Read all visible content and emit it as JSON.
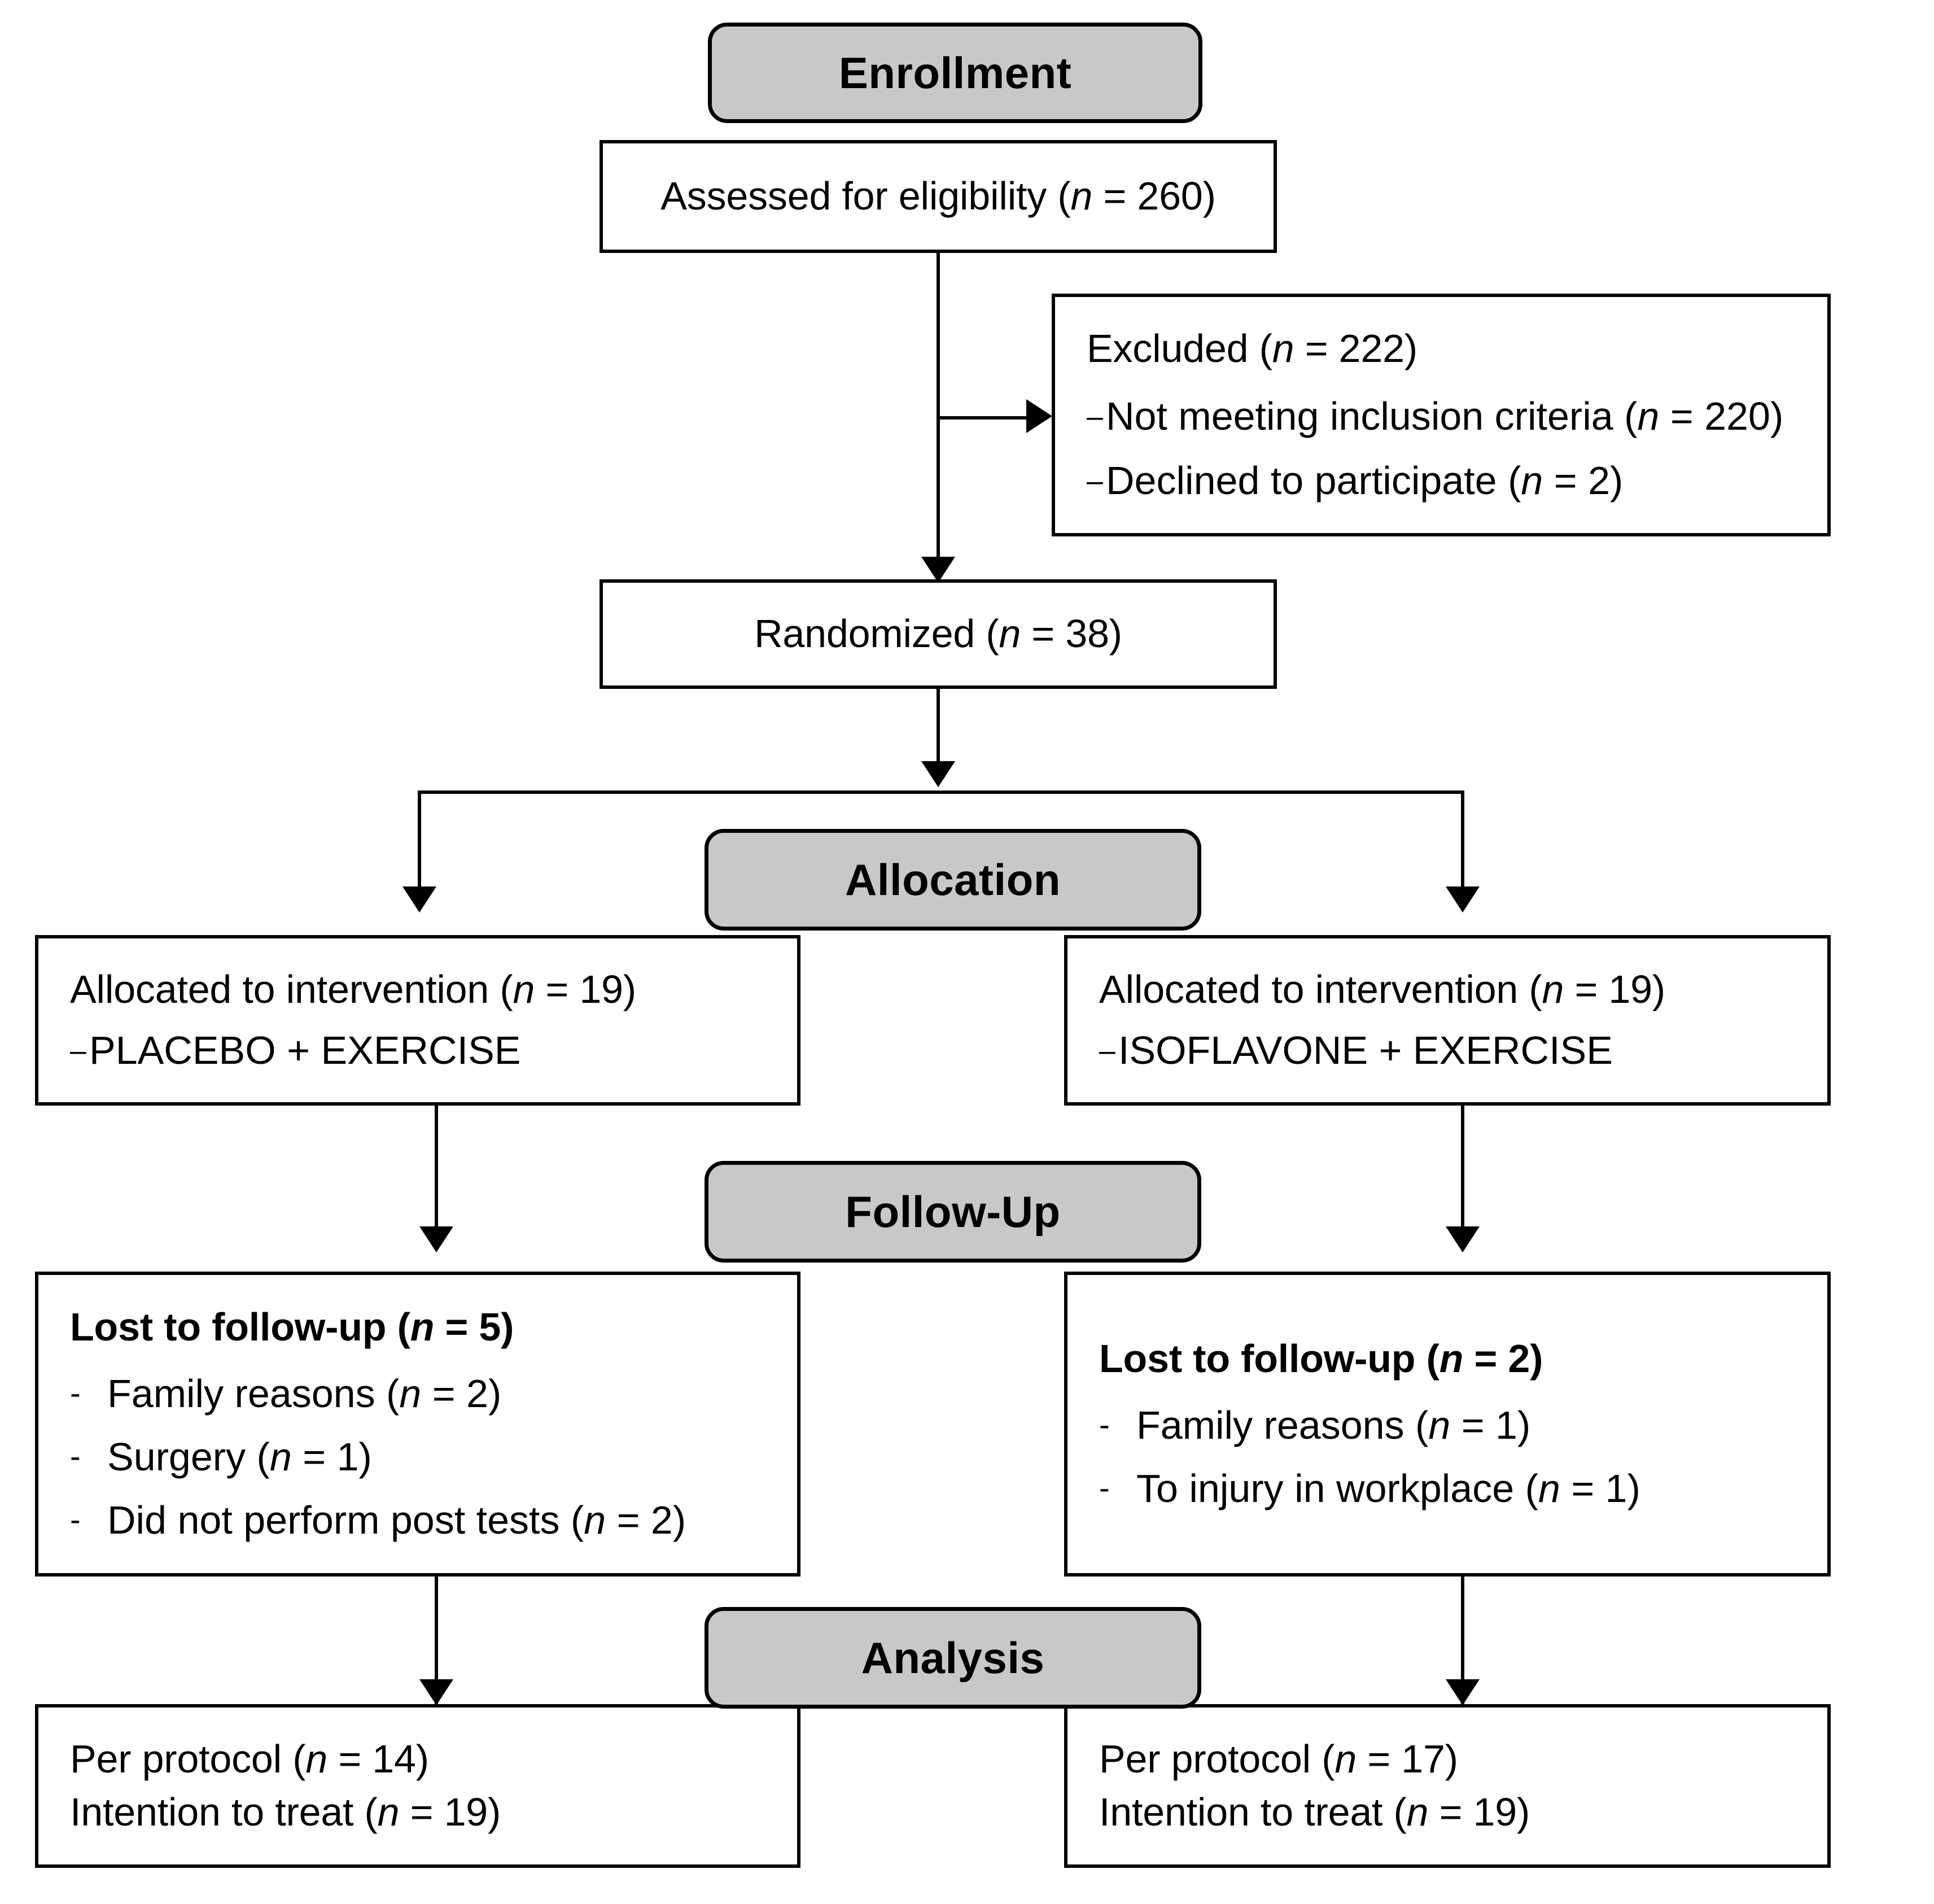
{
  "diagram": {
    "title": "CONSORT participant flow diagram",
    "stage_labels": {
      "enrollment": "Enrollment",
      "allocation": "Allocation",
      "followup": "Follow-Up",
      "analysis": "Analysis"
    },
    "colors": {
      "pill_fill": "#c8c8c8",
      "box_fill": "#ffffff",
      "stroke": "#000000",
      "text": "#000000"
    },
    "enrollment": {
      "assessed": {
        "text": "Assessed for eligibility (n = 260)",
        "prefix": "Assessed for eligibility (",
        "italic": "n",
        "suffix": " = 260)",
        "n": 260
      },
      "excluded": {
        "heading_prefix": "Excluded (",
        "heading_italic": "n",
        "heading_suffix": " = 222)",
        "heading": "Excluded (n = 222)",
        "n": 222,
        "reasons": [
          {
            "bullet": "–",
            "prefix": "Not meeting inclusion criteria (",
            "italic": "n",
            "suffix": " = 220)",
            "text": "Not meeting inclusion criteria (n = 220)",
            "n": 220
          },
          {
            "bullet": "–",
            "prefix": "Declined to participate (",
            "italic": "n",
            "suffix": " = 2)",
            "text": "Declined to participate (n = 2)",
            "n": 2
          }
        ]
      },
      "randomized": {
        "prefix": "Randomized (",
        "italic": "n",
        "suffix": " = 38)",
        "text": "Randomized (n = 38)",
        "n": 38
      }
    },
    "arms": [
      {
        "side": "left",
        "allocation": {
          "heading_prefix": "Allocated to intervention (",
          "heading_italic": "n",
          "heading_suffix": " = 19)",
          "heading": "Allocated to intervention (n = 19)",
          "n": 19,
          "items": [
            {
              "bullet": "–",
              "text": "PLACEBO + EXERCISE"
            }
          ]
        },
        "followup": {
          "heading_prefix": "Lost to follow-up (",
          "heading_italic": "n",
          "heading_suffix": " = 5)",
          "heading": "Lost to follow-up (n = 5)",
          "n": 5,
          "reasons": [
            {
              "bullet": "-",
              "prefix": "Family reasons (",
              "italic": "n",
              "suffix": " = 2)",
              "text": "Family reasons (n = 2)",
              "n": 2
            },
            {
              "bullet": "-",
              "prefix": "Surgery (",
              "italic": "n",
              "suffix": " = 1)",
              "text": "Surgery (n = 1)",
              "n": 1
            },
            {
              "bullet": "-",
              "prefix": "Did not perform post tests (",
              "italic": "n",
              "suffix": " = 2)",
              "text": "Did not perform post tests (n = 2)",
              "n": 2
            }
          ]
        },
        "analysis": {
          "lines": [
            {
              "prefix": "Per protocol (",
              "italic": "n",
              "suffix": " = 14)",
              "text": "Per protocol (n = 14)",
              "n": 14
            },
            {
              "prefix": "Intention to treat (",
              "italic": "n",
              "suffix": " = 19)",
              "text": "Intention to treat (n = 19)",
              "n": 19
            }
          ]
        }
      },
      {
        "side": "right",
        "allocation": {
          "heading_prefix": "Allocated to intervention (",
          "heading_italic": "n",
          "heading_suffix": " = 19)",
          "heading": "Allocated to intervention (n = 19)",
          "n": 19,
          "items": [
            {
              "bullet": "–",
              "text": "ISOFLAVONE + EXERCISE"
            }
          ]
        },
        "followup": {
          "heading_prefix": "Lost to follow-up (",
          "heading_italic": "n",
          "heading_suffix": " = 2)",
          "heading": "Lost to follow-up (n = 2)",
          "n": 2,
          "reasons": [
            {
              "bullet": "-",
              "prefix": "Family reasons (",
              "italic": "n",
              "suffix": " = 1)",
              "text": "Family reasons (n = 1)",
              "n": 1
            },
            {
              "bullet": "-",
              "prefix": "To injury in workplace (",
              "italic": "n",
              "suffix": " = 1)",
              "text": "To injury in workplace (n = 1)",
              "n": 1
            }
          ]
        },
        "analysis": {
          "lines": [
            {
              "prefix": "Per protocol (",
              "italic": "n",
              "suffix": " = 17)",
              "text": "Per protocol (n = 17)",
              "n": 17
            },
            {
              "prefix": "Intention to treat (",
              "italic": "n",
              "suffix": " = 19)",
              "text": "Intention to treat (n = 19)",
              "n": 19
            }
          ]
        }
      }
    ]
  }
}
